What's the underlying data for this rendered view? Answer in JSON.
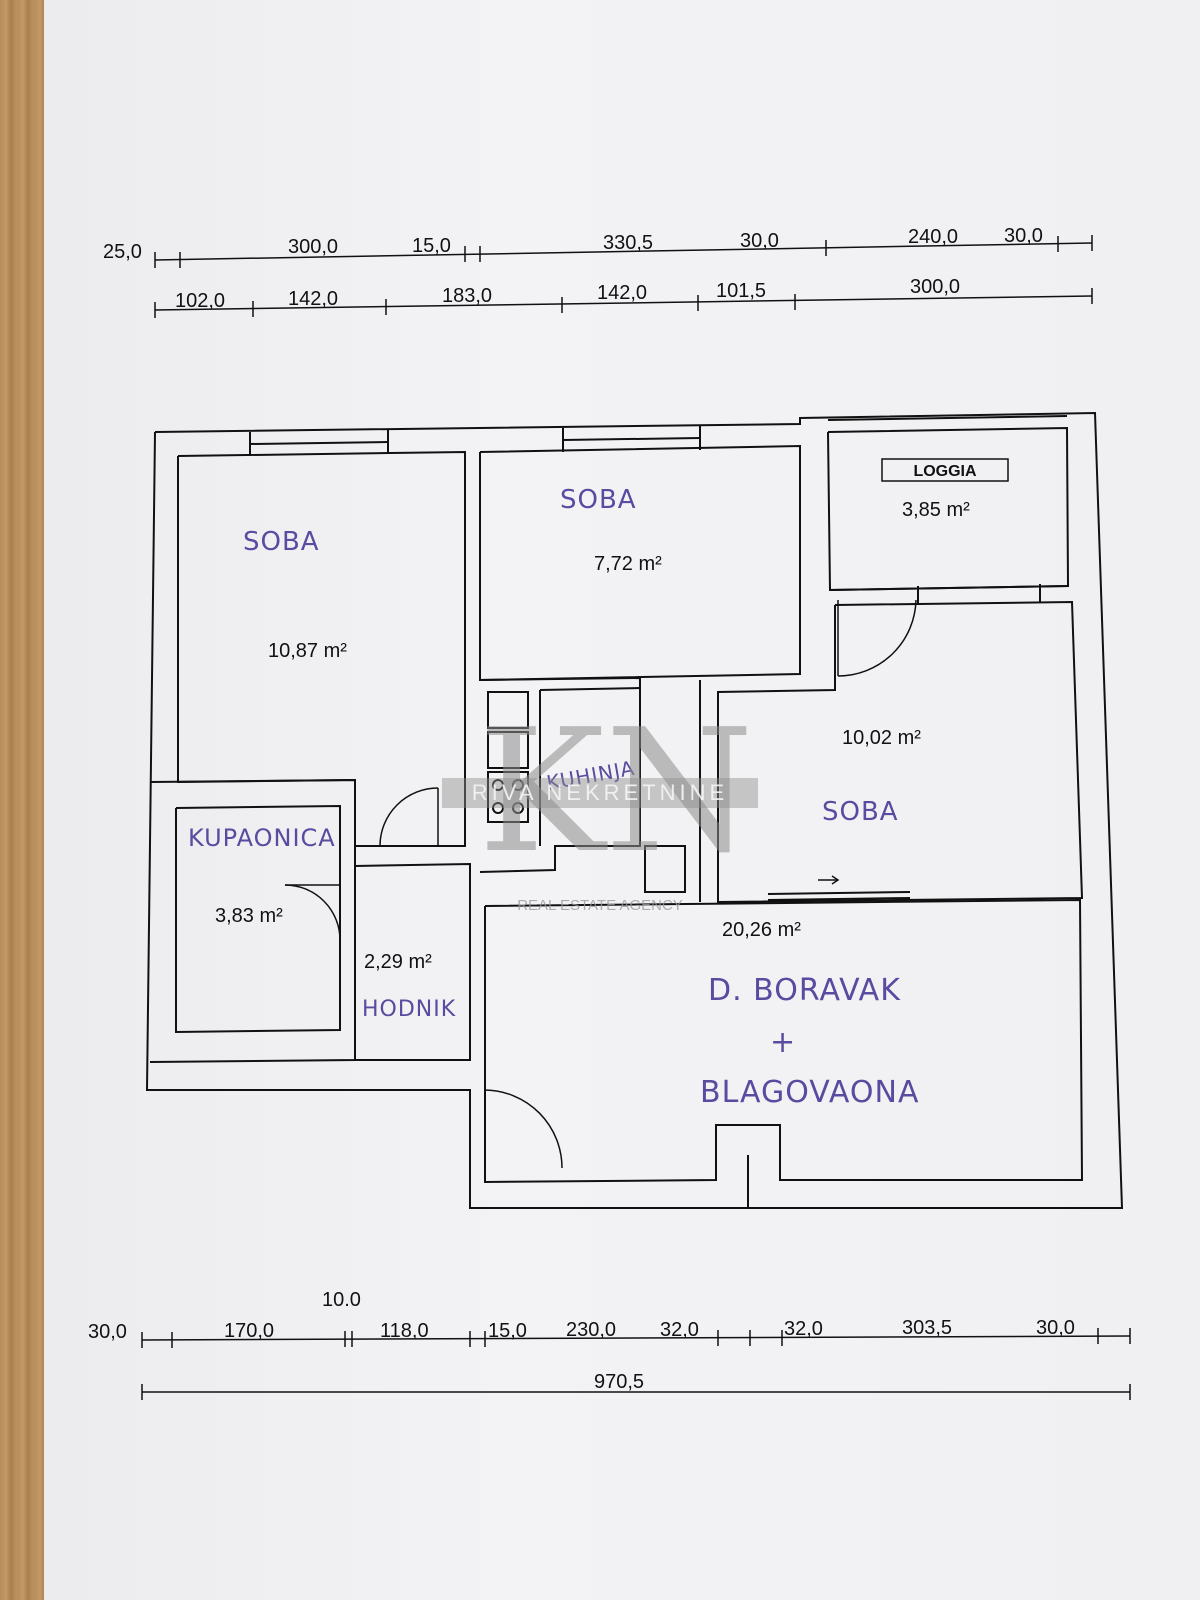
{
  "dimensions": {
    "top_row1": [
      "25,0",
      "300,0",
      "15,0",
      "330,5",
      "30,0",
      "240,0",
      "30,0"
    ],
    "top_row2": [
      "102,0",
      "142,0",
      "183,0",
      "142,0",
      "101,5",
      "300,0"
    ],
    "bottom_row1": [
      "30,0",
      "170,0",
      "10.0",
      "118,0",
      "15,0",
      "230,0",
      "32,0",
      "32,0",
      "303,5",
      "30,0"
    ],
    "bottom_total": "970,5"
  },
  "rooms": {
    "soba_left": {
      "label": "SOBA",
      "area": "10,87 m²"
    },
    "soba_mid": {
      "label": "SOBA",
      "area": "7,72 m²"
    },
    "loggia": {
      "label": "LOGGIA",
      "area": "3,85 m²"
    },
    "soba_right": {
      "label": "SOBA",
      "area": "10,02 m²"
    },
    "kuhinja": {
      "label": "KUHINJA"
    },
    "kupaonica": {
      "label": "KUPAONICA",
      "area": "3,83 m²"
    },
    "hodnik": {
      "label": "HODNIK",
      "area": "2,29 m²"
    },
    "dnevni": {
      "label_line1": "D. BORAVAK",
      "label_line2": "+",
      "label_line3": "BLAGOVAONA",
      "area": "20,26 m²"
    }
  },
  "watermark": {
    "monogram": "KN",
    "brand": "RIVA NEKRETNINE",
    "tagline": "REAL ESTATE AGENCY"
  }
}
